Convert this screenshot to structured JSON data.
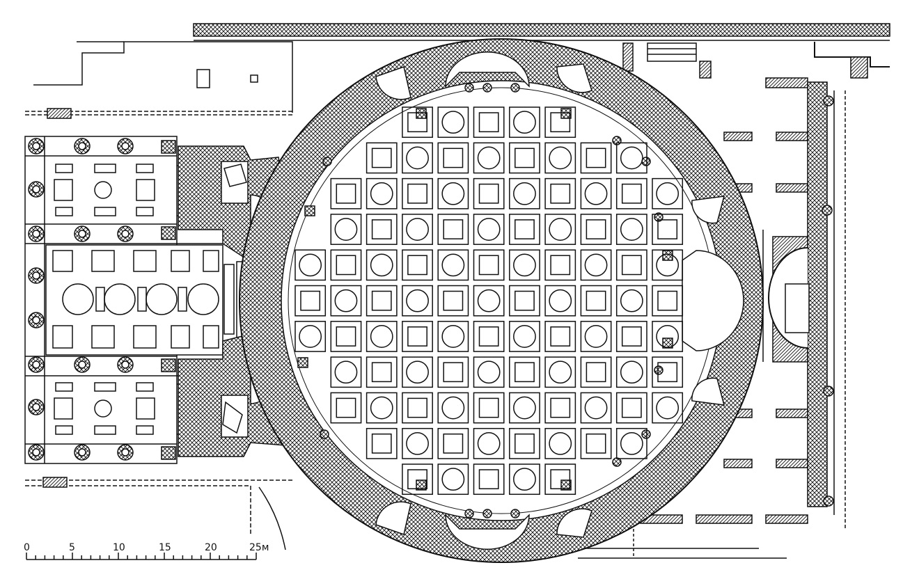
{
  "scale_bar": {
    "labels": [
      "0",
      "5",
      "10",
      "15",
      "20",
      "25м"
    ]
  },
  "colors": {
    "ink": "#111111",
    "paper": "#ffffff",
    "hatch": "#111111"
  }
}
